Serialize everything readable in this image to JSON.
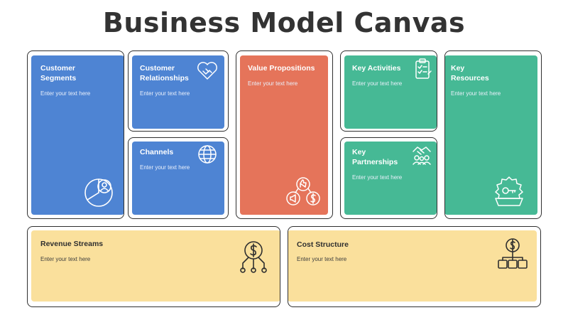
{
  "title": "Business Model Canvas",
  "placeholder": "Enter your text here",
  "sections": {
    "customer_segments": {
      "title_line1": "Customer",
      "title_line2": "Segments",
      "body": "Enter your text here"
    },
    "customer_relationships": {
      "title_line1": "Customer",
      "title_line2": "Relationships",
      "body": "Enter your text here"
    },
    "channels": {
      "title": "Channels",
      "body": "Enter your text here"
    },
    "value_propositions": {
      "title": "Value Propositions",
      "body": "Enter your text here"
    },
    "key_activities": {
      "title": "Key Activities",
      "body": "Enter your text here"
    },
    "key_partnerships": {
      "title_line1": "Key",
      "title_line2": "Partnerships",
      "body": "Enter your text here"
    },
    "key_resources": {
      "title_line1": "Key",
      "title_line2": "Resources",
      "body": "Enter your text here"
    },
    "revenue_streams": {
      "title": "Revenue Streams",
      "body": "Enter your text here"
    },
    "cost_structure": {
      "title": "Cost Structure",
      "body": "Enter your text here"
    }
  },
  "colors": {
    "blue": "#4e84d3",
    "orange": "#e5745a",
    "green": "#46b995",
    "yellow": "#fae09c",
    "outline": "#2f2f2f"
  },
  "icons": {
    "customer_segments": "pie-chart-person-icon",
    "customer_relationships": "heart-handshake-icon",
    "channels": "globe-icon",
    "value_propositions": "thumbs-up-megaphone-dollar-icon",
    "key_activities": "clipboard-checklist-icon",
    "key_partnerships": "partners-handshake-icon",
    "key_resources": "box-key-gear-icon",
    "revenue_streams": "dollar-network-icon",
    "cost_structure": "dollar-hierarchy-icon"
  }
}
